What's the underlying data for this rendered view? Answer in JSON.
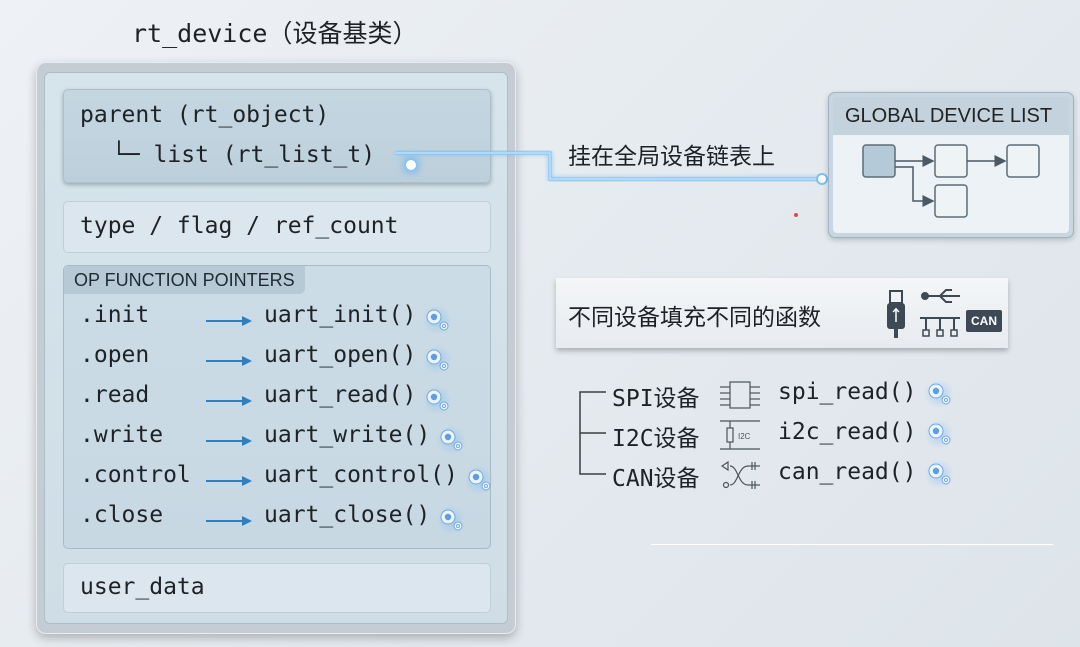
{
  "title": {
    "code": "rt_device",
    "cn": "（设备基类）"
  },
  "struct": {
    "parent_line": "parent (rt_object)",
    "list_line": "└─ list (rt_list_t)",
    "type_line": "type / flag / ref_count",
    "op_header": "OP FUNCTION POINTERS",
    "ops": [
      {
        "field": ".init",
        "func": "uart_init()",
        "icon": "gear-icon"
      },
      {
        "field": ".open",
        "func": "uart_open()",
        "icon": "gear-icon"
      },
      {
        "field": ".read",
        "func": "uart_read()",
        "icon": "gear-icon"
      },
      {
        "field": ".write",
        "func": "uart_write()",
        "icon": "gear-icon"
      },
      {
        "field": ".control",
        "func": "uart_control()",
        "icon": "gear-icon"
      },
      {
        "field": ".close",
        "func": "uart_close()",
        "icon": "gear-icon"
      }
    ],
    "user_data": "user_data"
  },
  "link": {
    "label": "挂在全局设备链表上",
    "color": "#6fb8ef"
  },
  "global_list": {
    "title": "GLOBAL DEVICE LIST"
  },
  "banner": {
    "text": "不同设备填充不同的函数",
    "icons": [
      "usb-plug-icon",
      "usb-symbol-icon",
      "can-chip-icon"
    ],
    "can_label": "CAN"
  },
  "devices": [
    {
      "name": "SPI设备",
      "icon": "spi-chip-icon",
      "func": "spi_read()",
      "func_icon": "read-gear-icon"
    },
    {
      "name": "I2C设备",
      "icon": "i2c-resistor-icon",
      "icon_label": "I2C",
      "func": "i2c_read()",
      "func_icon": "read-gear-icon"
    },
    {
      "name": "CAN设备",
      "icon": "can-transceiver-icon",
      "func": "can_read()",
      "func_icon": "gear-icon"
    }
  ]
}
